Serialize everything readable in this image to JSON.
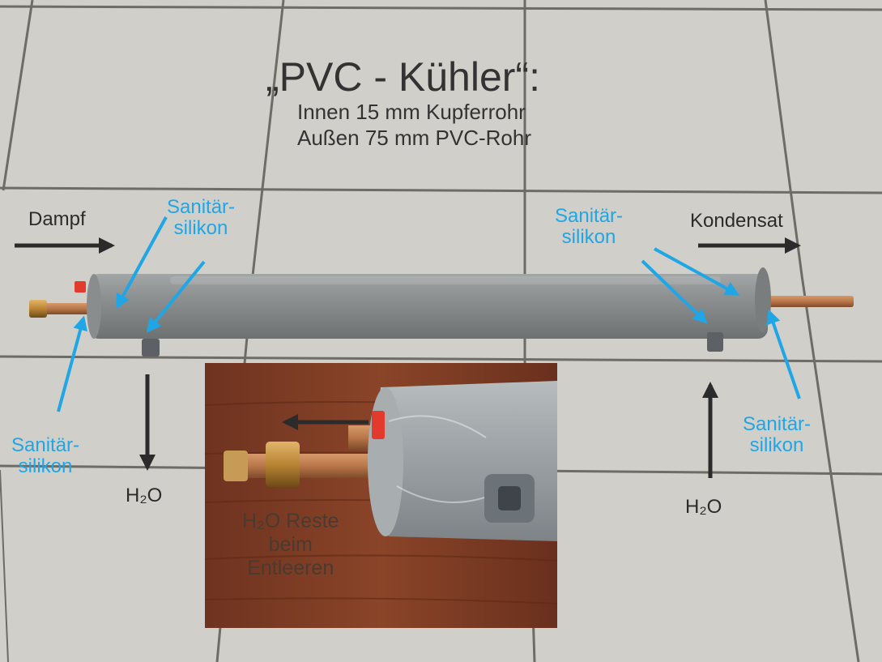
{
  "title": "„PVC - Kühler“:",
  "subtitle_lines": [
    "Innen  15 mm Kupferrohr",
    "Außen 75 mm PVC-Rohr"
  ],
  "labels": {
    "dampf": "Dampf",
    "kondensat": "Kondensat",
    "h2o_left": "H₂O",
    "h2o_right": "H₂O",
    "silikon_top_left": "Sanitär-\nsilikon",
    "silikon_top_right": "Sanitär-\nsilikon",
    "silikon_bottom_left": "Sanitär-\nsilikon",
    "silikon_bottom_right": "Sanitär-\nsilikon",
    "inset_caption": "H₂O Reste\nbeim\nEntleeren"
  },
  "colors": {
    "tile": "#d6d4cf",
    "grout": "#6f6b66",
    "pvc": "#8e9090",
    "copper": "#b9774a",
    "arrow_dark": "#2b2b2b",
    "arrow_blue": "#1fa6e6",
    "wood": "#7a3a22",
    "cap_red": "#e23a2c"
  },
  "icons": [
    "arrow-right-icon",
    "arrow-down-icon",
    "arrow-up-icon",
    "arrow-left-icon"
  ]
}
